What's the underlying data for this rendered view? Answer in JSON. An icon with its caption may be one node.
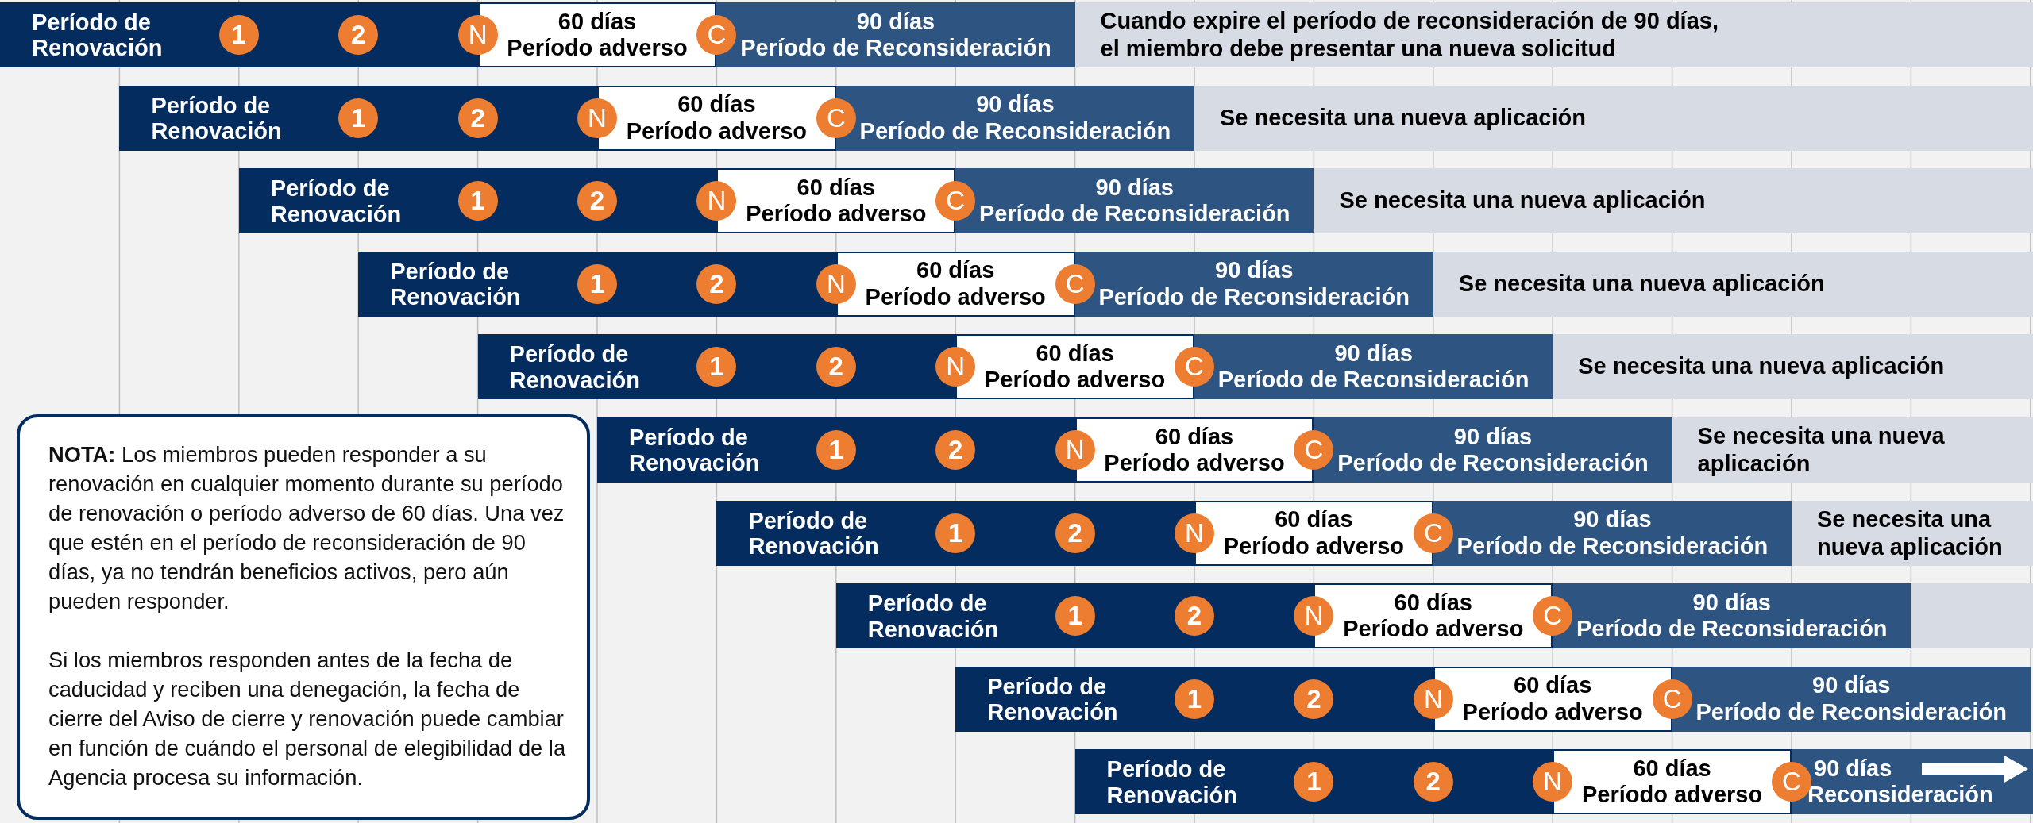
{
  "diagram": {
    "nodes": [
      {
        "text": [
          "Período de Renovación"
        ]
      },
      {
        "text": [
          "1"
        ],
        "in": 0
      },
      {
        "text": [
          "2"
        ],
        "in": 0
      },
      {
        "text": [
          "N"
        ]
      },
      {
        "text": [
          "60 días",
          "Período adverso"
        ]
      },
      {
        "text": [
          "C"
        ]
      },
      {
        "text": [
          "90 días",
          "Período de Reconsideración"
        ]
      },
      {
        "text": [
          "Cuando expire el período de reconsideración de 90 días, el miembro debe presentar una nueva solicitud"
        ]
      },
      {
        "text": [
          "Período de Renovación"
        ]
      },
      {
        "text": [
          "1"
        ],
        "in": 8
      },
      {
        "text": [
          "2"
        ],
        "in": 8
      },
      {
        "text": [
          "N"
        ]
      },
      {
        "text": [
          "60 días",
          "Período adverso"
        ]
      },
      {
        "text": [
          "C"
        ]
      },
      {
        "text": [
          "90 días",
          "Período de Reconsideración"
        ]
      },
      {
        "text": [
          "Se necesita una nueva aplicación"
        ]
      },
      {
        "text": [
          "Período de Renovación"
        ]
      },
      {
        "text": [
          "1"
        ],
        "in": 16
      },
      {
        "text": [
          "2"
        ],
        "in": 16
      },
      {
        "text": [
          "N"
        ]
      },
      {
        "text": [
          "60 días",
          "Período adverso"
        ]
      },
      {
        "text": [
          "C"
        ]
      },
      {
        "text": [
          "90 días",
          "Período de Reconsideración"
        ]
      },
      {
        "text": [
          "Se necesita una nueva aplicación"
        ]
      },
      {
        "text": [
          "Período de Renovación"
        ]
      },
      {
        "text": [
          "1"
        ],
        "in": 24
      },
      {
        "text": [
          "2"
        ],
        "in": 24
      },
      {
        "text": [
          "N"
        ]
      },
      {
        "text": [
          "60 días",
          "Período adverso"
        ]
      },
      {
        "text": [
          "C"
        ]
      },
      {
        "text": [
          "90 días",
          "Período de Reconsideración"
        ]
      },
      {
        "text": [
          "Se necesita una nueva aplicación"
        ]
      },
      {
        "text": [
          "Período de Renovación"
        ]
      },
      {
        "text": [
          "1"
        ],
        "in": 32
      },
      {
        "text": [
          "2"
        ],
        "in": 32
      },
      {
        "text": [
          "N"
        ]
      },
      {
        "text": [
          "60 días",
          "Período adverso"
        ]
      },
      {
        "text": [
          "C"
        ]
      },
      {
        "text": [
          "90 días",
          "Período de Reconsideración"
        ]
      },
      {
        "text": [
          "Se necesita una nueva aplicación"
        ]
      },
      {
        "text": [
          "Período de Renovación"
        ]
      },
      {
        "text": [
          "1"
        ],
        "in": 40
      },
      {
        "text": [
          "2"
        ],
        "in": 40
      },
      {
        "text": [
          "N"
        ]
      },
      {
        "text": [
          "60 días",
          "Período adverso"
        ]
      },
      {
        "text": [
          "C"
        ]
      },
      {
        "text": [
          "90 días",
          "Período de Reconsideración"
        ]
      },
      {
        "text": [
          "Se necesita una nueva aplicación"
        ]
      },
      {
        "text": [
          "Período de Renovación"
        ]
      },
      {
        "text": [
          "1"
        ],
        "in": 48
      },
      {
        "text": [
          "2"
        ],
        "in": 48
      },
      {
        "text": [
          "N"
        ]
      },
      {
        "text": [
          "60 días",
          "Período adverso"
        ]
      },
      {
        "text": [
          "C"
        ]
      },
      {
        "text": [
          "90 días",
          "Período de Reconsideración"
        ]
      },
      {
        "text": [
          "Se necesita una nueva aplicación"
        ]
      },
      {
        "text": [
          "Período de Renovación"
        ]
      },
      {
        "text": [
          "1"
        ],
        "in": 56
      },
      {
        "text": [
          "2"
        ],
        "in": 56
      },
      {
        "text": [
          "N"
        ]
      },
      {
        "text": [
          "60 días",
          "Período adverso"
        ]
      },
      {
        "text": [
          "C"
        ]
      },
      {
        "text": [
          "90 días",
          "Período de Reconsideración"
        ]
      },
      {
        "text": [],
        "shape": "box"
      },
      {
        "text": [
          "Período de Renovación"
        ]
      },
      {
        "text": [
          "1"
        ],
        "in": 64
      },
      {
        "text": [
          "2"
        ],
        "in": 64
      },
      {
        "text": [
          "N"
        ]
      },
      {
        "text": [
          "60 días",
          "Período adverso"
        ]
      },
      {
        "text": [
          "C"
        ]
      },
      {
        "text": [
          "90 días",
          "Período de Reconsideración"
        ]
      },
      {
        "text": [
          "Período de Renovación"
        ]
      },
      {
        "text": [
          "1"
        ],
        "in": 71
      },
      {
        "text": [
          "2"
        ],
        "in": 71
      },
      {
        "text": [
          "N"
        ]
      },
      {
        "text": [
          "60 días",
          "Período adverso"
        ]
      },
      {
        "text": [
          "C"
        ]
      },
      {
        "text": [
          "90 días",
          "Reconsideración"
        ]
      },
      {
        "text": [
          "**NOTA:** Los miembros pueden responder a su renovación en cualquier momento durante su período de renovación o período adverso de 60 días. Una vez que estén en el período de reconsideración de 90 días, ya no tendrán beneficios activos, pero aún pueden responder.",
          "Si los miembros responden antes de la fecha de caducidad y reciben una denegación, la fecha de cierre del Aviso de cierre y renovación puede cambiar en función de cuándo el personal de elegibilidad de la Agencia procesa su información."
        ]
      }
    ]
  }
}
